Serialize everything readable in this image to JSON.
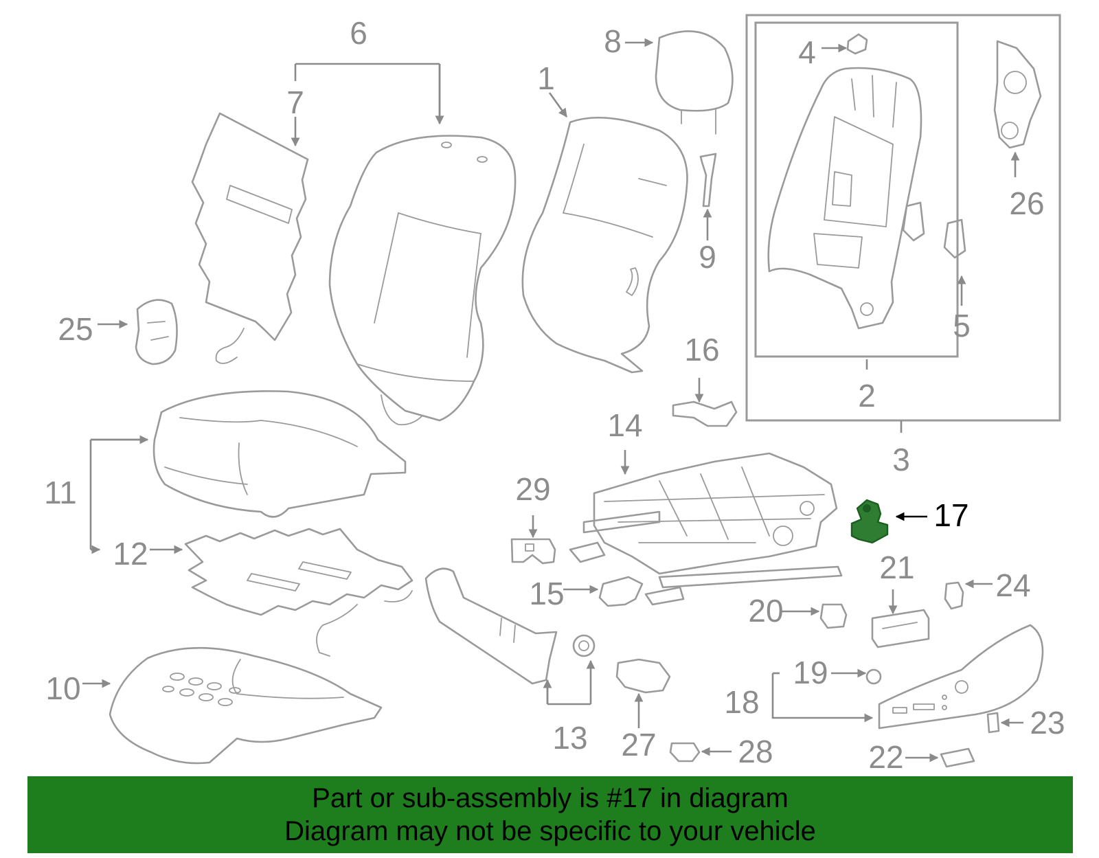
{
  "diagram": {
    "highlighted_part": "17",
    "highlight_color": "#2e7d32",
    "callouts": [
      "1",
      "2",
      "3",
      "4",
      "5",
      "6",
      "7",
      "8",
      "9",
      "10",
      "11",
      "12",
      "13",
      "14",
      "15",
      "16",
      "17",
      "18",
      "19",
      "20",
      "21",
      "22",
      "23",
      "24",
      "25",
      "26",
      "27",
      "28",
      "29"
    ]
  },
  "banner": {
    "background": "#1e7e1e",
    "line1": "Part or sub-assembly is #17 in diagram",
    "line2": "Diagram may not be specific to your vehicle"
  }
}
